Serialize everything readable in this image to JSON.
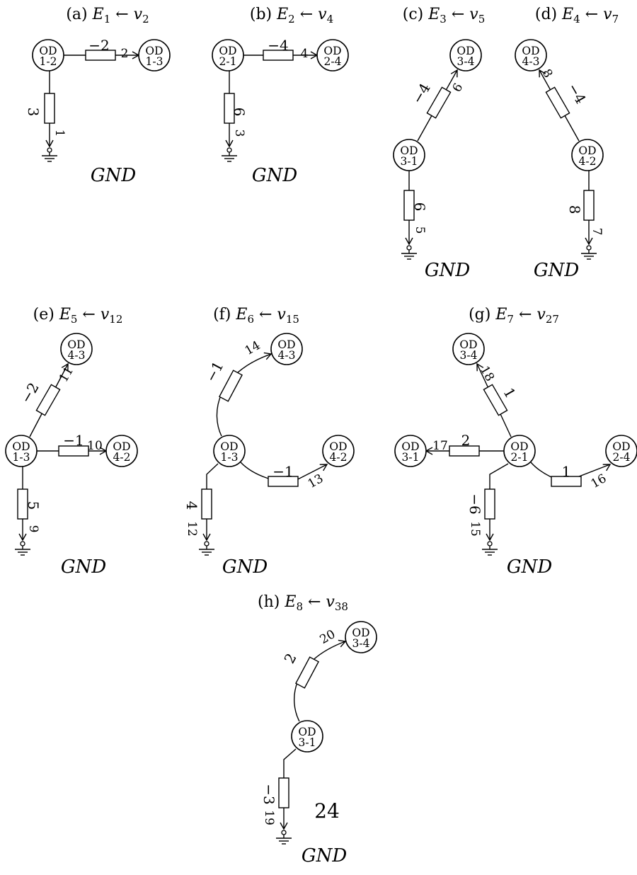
{
  "page_number": "24",
  "ground_label": "GND",
  "panels": [
    {
      "id": "a",
      "letter": "(a)",
      "E": "E",
      "E_sub": "1",
      "arrow": "←",
      "v": "v",
      "v_sub": "2",
      "nodes": [
        {
          "id": "n1",
          "line1": "OD",
          "line2": "1-2"
        },
        {
          "id": "n2",
          "line1": "OD",
          "line2": "1-3"
        }
      ],
      "edges": [
        {
          "from": "n1",
          "to": "n2",
          "value": "−2",
          "index": "2"
        },
        {
          "from": "n1",
          "to": "gnd",
          "value": "3",
          "index": "1"
        }
      ]
    },
    {
      "id": "b",
      "letter": "(b)",
      "E": "E",
      "E_sub": "2",
      "arrow": "←",
      "v": "v",
      "v_sub": "4",
      "nodes": [
        {
          "id": "n1",
          "line1": "OD",
          "line2": "2-1"
        },
        {
          "id": "n2",
          "line1": "OD",
          "line2": "2-4"
        }
      ],
      "edges": [
        {
          "from": "n1",
          "to": "n2",
          "value": "−4",
          "index": "4"
        },
        {
          "from": "n1",
          "to": "gnd",
          "value": "6",
          "index": "3"
        }
      ]
    },
    {
      "id": "c",
      "letter": "(c)",
      "E": "E",
      "E_sub": "3",
      "arrow": "←",
      "v": "v",
      "v_sub": "5",
      "nodes": [
        {
          "id": "n1",
          "line1": "OD",
          "line2": "3-1"
        },
        {
          "id": "n2",
          "line1": "OD",
          "line2": "3-4"
        }
      ],
      "edges": [
        {
          "from": "n1",
          "to": "n2",
          "value": "−4",
          "index": "6"
        },
        {
          "from": "n1",
          "to": "gnd",
          "value": "6",
          "index": "5"
        }
      ]
    },
    {
      "id": "d",
      "letter": "(d)",
      "E": "E",
      "E_sub": "4",
      "arrow": "←",
      "v": "v",
      "v_sub": "7",
      "nodes": [
        {
          "id": "n1",
          "line1": "OD",
          "line2": "4-2"
        },
        {
          "id": "n2",
          "line1": "OD",
          "line2": "4-3"
        }
      ],
      "edges": [
        {
          "from": "n1",
          "to": "n2",
          "value": "−4",
          "index": "8"
        },
        {
          "from": "n1",
          "to": "gnd",
          "value": "8",
          "index": "7"
        }
      ]
    },
    {
      "id": "e",
      "letter": "(e)",
      "E": "E",
      "E_sub": "5",
      "arrow": "←",
      "v": "v",
      "v_sub": "12",
      "nodes": [
        {
          "id": "n1",
          "line1": "OD",
          "line2": "1-3"
        },
        {
          "id": "n2",
          "line1": "OD",
          "line2": "4-3"
        },
        {
          "id": "n3",
          "line1": "OD",
          "line2": "4-2"
        }
      ],
      "edges": [
        {
          "from": "n1",
          "to": "n2",
          "value": "−2",
          "index": "11"
        },
        {
          "from": "n1",
          "to": "n3",
          "value": "−1",
          "index": "10"
        },
        {
          "from": "n1",
          "to": "gnd",
          "value": "5",
          "index": "9"
        }
      ]
    },
    {
      "id": "f",
      "letter": "(f)",
      "E": "E",
      "E_sub": "6",
      "arrow": "←",
      "v": "v",
      "v_sub": "15",
      "nodes": [
        {
          "id": "n1",
          "line1": "OD",
          "line2": "1-3"
        },
        {
          "id": "n2",
          "line1": "OD",
          "line2": "4-3"
        },
        {
          "id": "n3",
          "line1": "OD",
          "line2": "4-2"
        }
      ],
      "edges": [
        {
          "from": "n1",
          "to": "n2",
          "value": "−1",
          "index": "14"
        },
        {
          "from": "n1",
          "to": "n3",
          "value": "−1",
          "index": "13"
        },
        {
          "from": "n1",
          "to": "gnd",
          "value": "4",
          "index": "12"
        }
      ]
    },
    {
      "id": "g",
      "letter": "(g)",
      "E": "E",
      "E_sub": "7",
      "arrow": "←",
      "v": "v",
      "v_sub": "27",
      "nodes": [
        {
          "id": "n1",
          "line1": "OD",
          "line2": "2-1"
        },
        {
          "id": "n2",
          "line1": "OD",
          "line2": "3-4"
        },
        {
          "id": "n3",
          "line1": "OD",
          "line2": "3-1"
        },
        {
          "id": "n4",
          "line1": "OD",
          "line2": "2-4"
        }
      ],
      "edges": [
        {
          "from": "n1",
          "to": "n2",
          "value": "1",
          "index": "18"
        },
        {
          "from": "n1",
          "to": "n3",
          "value": "2",
          "index": "17"
        },
        {
          "from": "n1",
          "to": "n4",
          "value": "1",
          "index": "16"
        },
        {
          "from": "n1",
          "to": "gnd",
          "value": "−6",
          "index": "15"
        }
      ]
    },
    {
      "id": "h",
      "letter": "(h)",
      "E": "E",
      "E_sub": "8",
      "arrow": "←",
      "v": "v",
      "v_sub": "38",
      "nodes": [
        {
          "id": "n1",
          "line1": "OD",
          "line2": "3-1"
        },
        {
          "id": "n2",
          "line1": "OD",
          "line2": "3-4"
        }
      ],
      "edges": [
        {
          "from": "n1",
          "to": "n2",
          "value": "2",
          "index": "20"
        },
        {
          "from": "n1",
          "to": "gnd",
          "value": "−3",
          "index": "19"
        }
      ]
    }
  ]
}
